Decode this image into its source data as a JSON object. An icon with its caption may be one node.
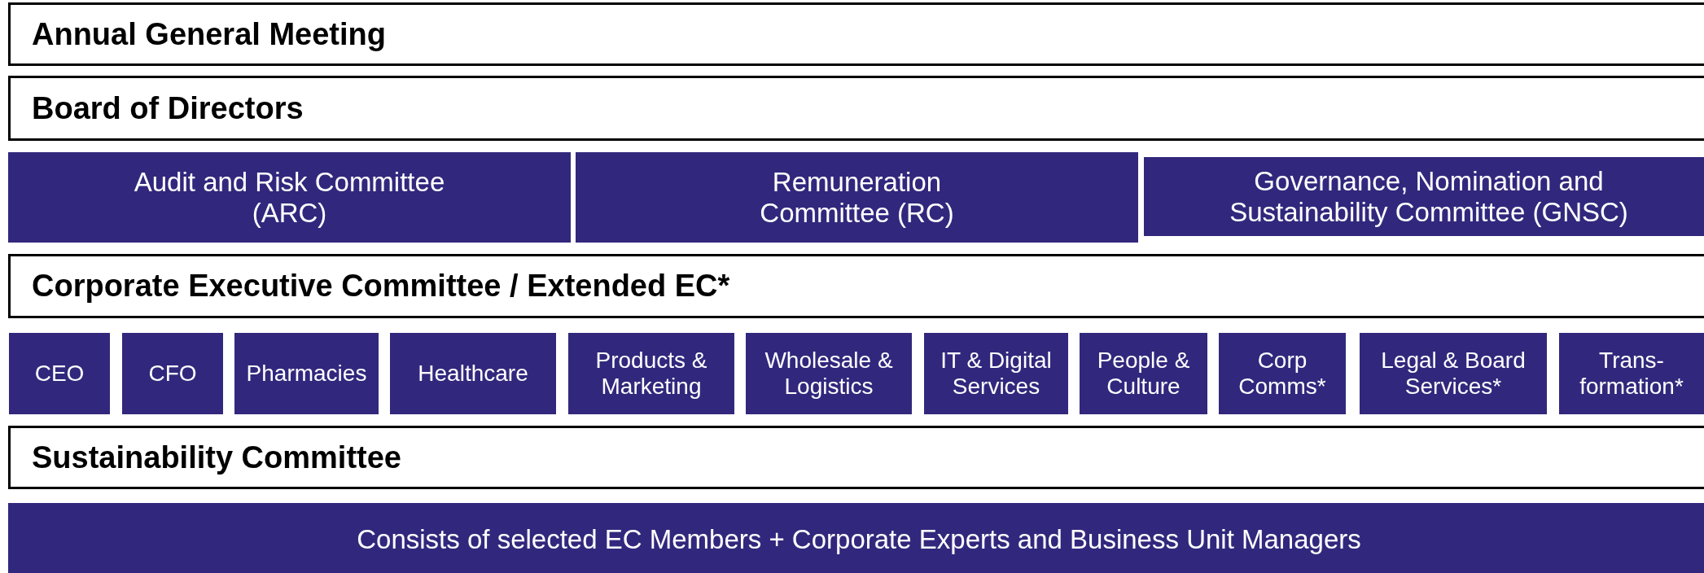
{
  "diagram": {
    "nodes": [
      {
        "text": [
          "Annual General Meeting"
        ]
      },
      {
        "text": [
          "Board of Directors"
        ]
      },
      {
        "text": [
          "Audit and Risk Committee (ARC)"
        ]
      },
      {
        "text": [
          "Remuneration Committee (RC)"
        ]
      },
      {
        "text": [
          "Governance, Nomination and Sustainability Committee (GNSC)"
        ]
      },
      {
        "text": [
          "Corporate Executive Committee / Extended EC*"
        ]
      },
      {
        "text": [
          "CEO"
        ]
      },
      {
        "text": [
          "CFO"
        ]
      },
      {
        "text": [
          "Pharmacies"
        ]
      },
      {
        "text": [
          "Healthcare"
        ]
      },
      {
        "text": [
          "Products & Marketing"
        ]
      },
      {
        "text": [
          "Wholesale & Logistics"
        ]
      },
      {
        "text": [
          "IT & Digital Services"
        ]
      },
      {
        "text": [
          "People & Culture"
        ]
      },
      {
        "text": [
          "Corp Comms*"
        ]
      },
      {
        "text": [
          "Legal & Board Services*"
        ]
      },
      {
        "text": [
          "Trans- formation*"
        ]
      },
      {
        "text": [
          "Sustainability Committee"
        ]
      },
      {
        "text": [
          "Consists of selected EC Members + Corporate Experts and Business Unit Managers"
        ]
      }
    ]
  }
}
